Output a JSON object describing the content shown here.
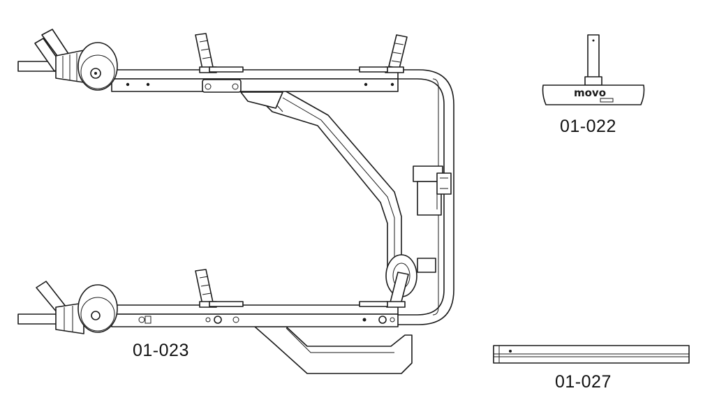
{
  "labels": {
    "frame": "01-023",
    "pad": "01-022",
    "bar": "01-027"
  },
  "pad_logo": "movo"
}
